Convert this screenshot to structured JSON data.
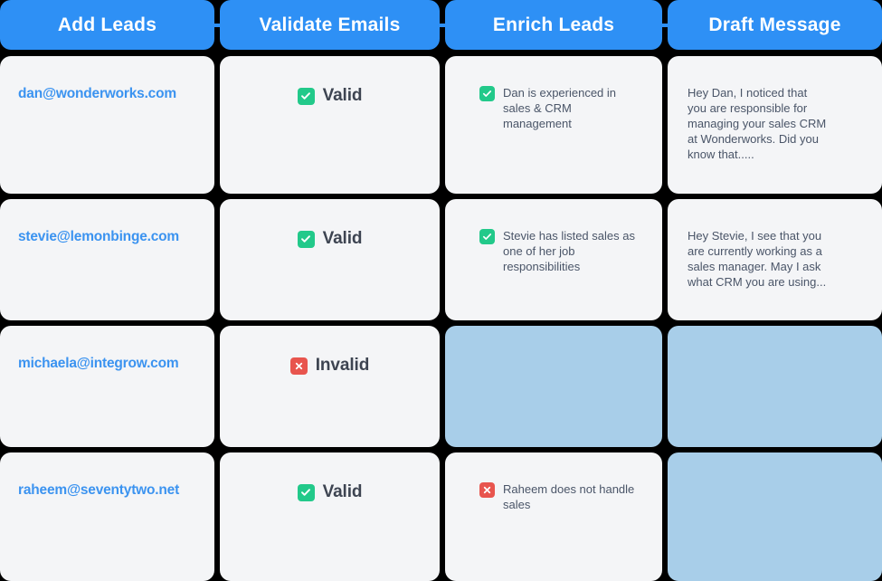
{
  "columns": [
    {
      "id": "add-leads",
      "title": "Add Leads"
    },
    {
      "id": "validate-emails",
      "title": "Validate Emails"
    },
    {
      "id": "enrich-leads",
      "title": "Enrich Leads"
    },
    {
      "id": "draft-message",
      "title": "Draft Message"
    }
  ],
  "colors": {
    "header_blue": "#2E90F5",
    "card_bg": "#F4F5F7",
    "placeholder_blue": "#A8CEE9",
    "email_blue": "#3B93F0",
    "valid_green": "#22C98A",
    "invalid_red": "#E8554E",
    "body_text": "#4A5568",
    "status_text": "#3D4451",
    "background": "#000000"
  },
  "icons": {
    "valid": "check-square-icon",
    "invalid": "x-square-icon"
  },
  "rows": [
    {
      "email": "dan@wonderworks.com",
      "validation": {
        "status": "Valid",
        "icon": "check-square-icon",
        "state": "valid"
      },
      "enrichment": {
        "text": "Dan is experienced in sales & CRM management",
        "icon": "check-square-icon",
        "state": "valid",
        "empty": false
      },
      "message": {
        "text": "Hey Dan, I noticed that you are responsible  for managing your sales CRM at Wonderworks. Did you know that.....",
        "empty": false
      }
    },
    {
      "email": "stevie@lemonbinge.com",
      "validation": {
        "status": "Valid",
        "icon": "check-square-icon",
        "state": "valid"
      },
      "enrichment": {
        "text": "Stevie has listed sales as one of her job responsibilities",
        "icon": "check-square-icon",
        "state": "valid",
        "empty": false
      },
      "message": {
        "text": "Hey Stevie, I see that you are currently working as a sales manager. May I ask what CRM you are using...",
        "empty": false
      }
    },
    {
      "email": "michaela@integrow.com",
      "validation": {
        "status": "Invalid",
        "icon": "x-square-icon",
        "state": "invalid"
      },
      "enrichment": {
        "text": "",
        "icon": "",
        "state": "",
        "empty": true
      },
      "message": {
        "text": "",
        "empty": true
      }
    },
    {
      "email": "raheem@seventytwo.net",
      "validation": {
        "status": "Valid",
        "icon": "check-square-icon",
        "state": "valid"
      },
      "enrichment": {
        "text": "Raheem does not handle sales",
        "icon": "x-square-icon",
        "state": "invalid",
        "empty": false
      },
      "message": {
        "text": "",
        "empty": true
      }
    }
  ]
}
